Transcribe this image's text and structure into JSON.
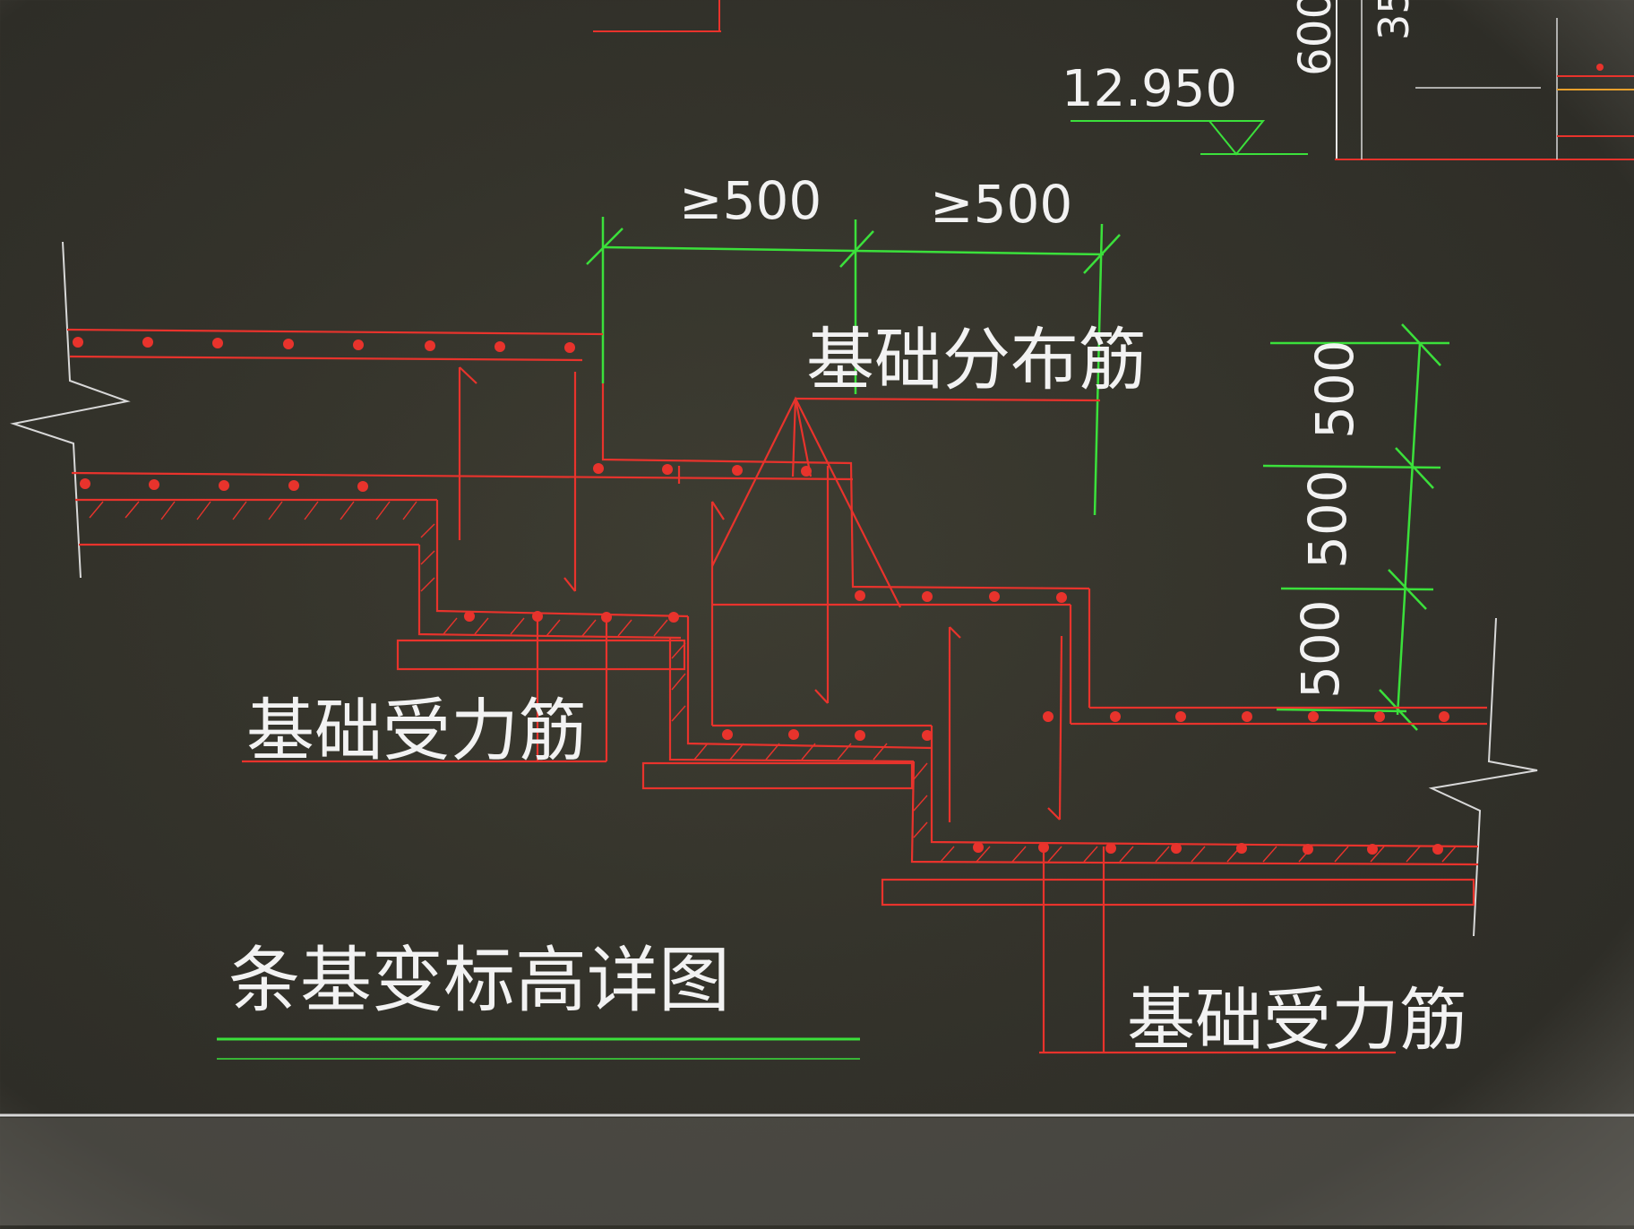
{
  "drawing": {
    "title": "条基变标高详图",
    "elevation": "12.950",
    "elevation_side_numbers": [
      "600",
      "35"
    ],
    "top_dims": [
      "≥500",
      "≥500"
    ],
    "right_dims": [
      "500",
      "500",
      "500"
    ],
    "label_distribution": "基础分布筋",
    "label_main_left": "基础受力筋",
    "label_main_right": "基础受力筋"
  },
  "colors": {
    "background": "#35342c",
    "rebar_red": "#e8332c",
    "dimension_green": "#3be03b",
    "text_white": "#f2f2f2",
    "border_white": "#d8d8d8"
  }
}
